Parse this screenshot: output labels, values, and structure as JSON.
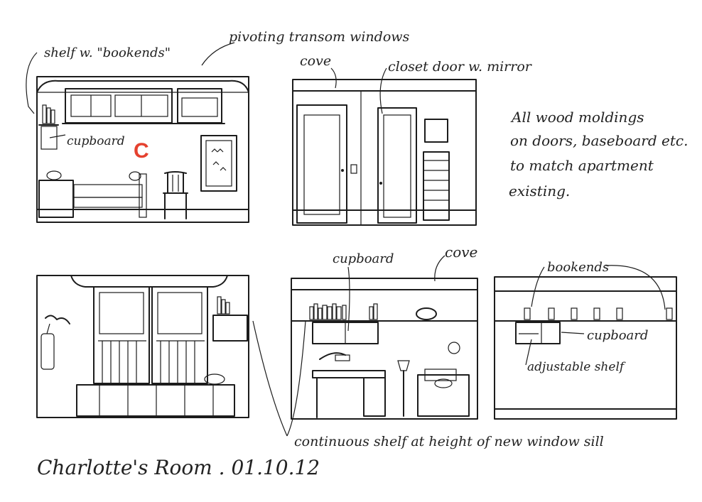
{
  "title": "Charlotte's Room . 01.10.12",
  "colors": {
    "wall": "#f7f1dd",
    "ink": "#1c1c1c",
    "glass": "#d6e6ee",
    "wood": "#8a4e1c",
    "bed_frame": "#3c4265",
    "pink": "#f3c4e0",
    "magenta": "#d6187e",
    "yellow": "#e6c320",
    "letter_red": "#e5412f",
    "art_blue": "#a9c6e2"
  },
  "annotations": {
    "shelf_bookends": "shelf w. \"bookends\"",
    "transom": "pivoting transom windows",
    "cove_top": "cove",
    "closet": "closet door w. mirror",
    "cupboard_left": "cupboard",
    "wall_letter": "C",
    "note_line1": "All wood moldings",
    "note_line2": "on doors, baseboard etc.",
    "note_line3": "to match apartment",
    "note_line4": "existing.",
    "cupboard_mid": "cupboard",
    "cove_mid": "cove",
    "bookends_right": "bookends",
    "cupboard_right": "cupboard",
    "adjustable_shelf": "adjustable shelf",
    "continuous_shelf": "continuous shelf at height of new window sill"
  }
}
